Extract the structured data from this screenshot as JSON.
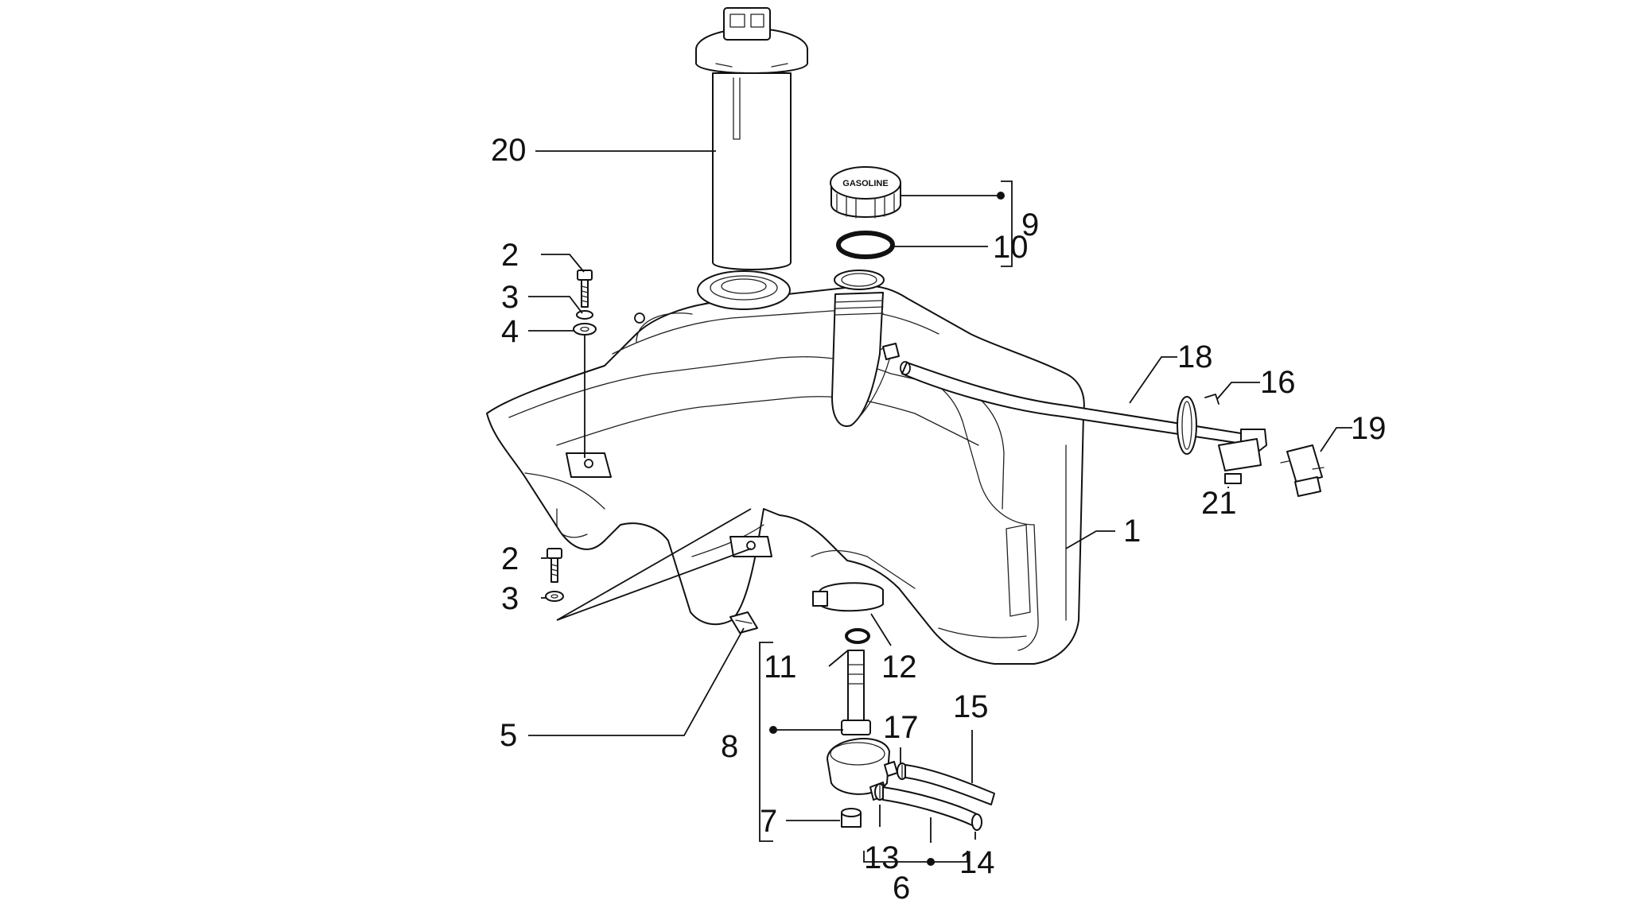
{
  "diagram": {
    "cap_label": "GASOLINE",
    "callouts": [
      {
        "id": "c1",
        "label": "1"
      },
      {
        "id": "c2a",
        "label": "2"
      },
      {
        "id": "c2b",
        "label": "2"
      },
      {
        "id": "c3a",
        "label": "3"
      },
      {
        "id": "c3b",
        "label": "3"
      },
      {
        "id": "c4",
        "label": "4"
      },
      {
        "id": "c5",
        "label": "5"
      },
      {
        "id": "c6",
        "label": "6"
      },
      {
        "id": "c7",
        "label": "7"
      },
      {
        "id": "c8",
        "label": "8"
      },
      {
        "id": "c9",
        "label": "9"
      },
      {
        "id": "c10",
        "label": "10"
      },
      {
        "id": "c11",
        "label": "11"
      },
      {
        "id": "c12",
        "label": "12"
      },
      {
        "id": "c13",
        "label": "13"
      },
      {
        "id": "c14",
        "label": "14"
      },
      {
        "id": "c15",
        "label": "15"
      },
      {
        "id": "c16",
        "label": "16"
      },
      {
        "id": "c17",
        "label": "17"
      },
      {
        "id": "c18",
        "label": "18"
      },
      {
        "id": "c19",
        "label": "19"
      },
      {
        "id": "c20",
        "label": "20"
      },
      {
        "id": "c21",
        "label": "21"
      }
    ]
  }
}
